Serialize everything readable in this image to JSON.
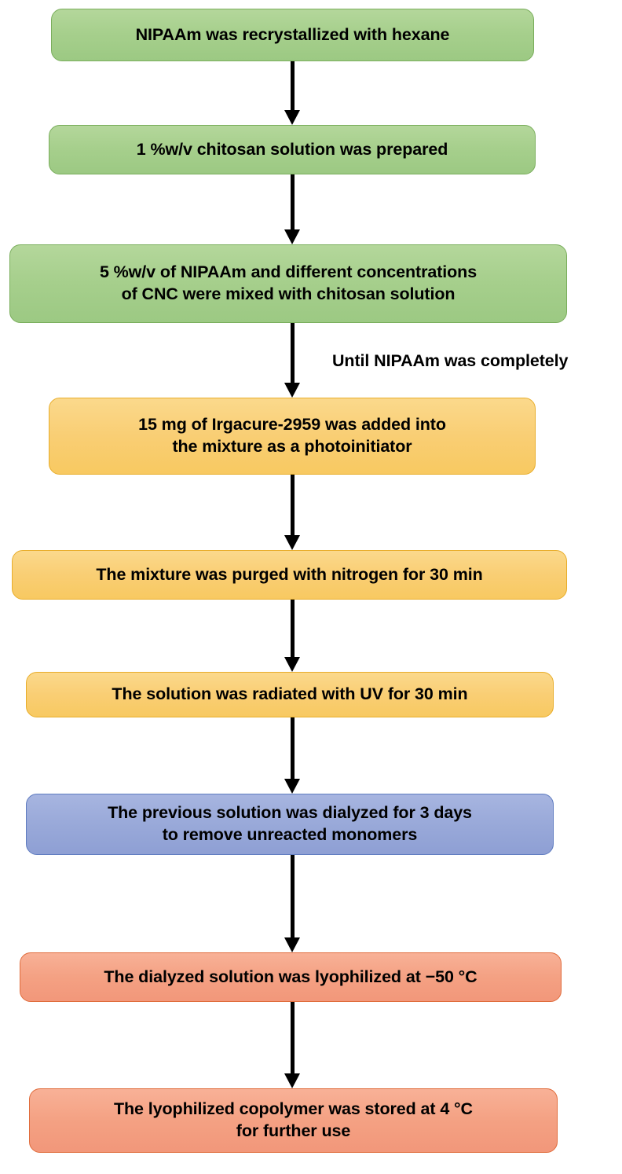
{
  "diagram": {
    "type": "flowchart",
    "orientation": "top-to-bottom",
    "title": "",
    "background_color": "#ffffff",
    "palette": {
      "green_fill": "#a6cf8c",
      "green_border": "#7aae5c",
      "yellow_fill": "#f9ce74",
      "yellow_border": "#e8ad2a",
      "blue_fill": "#99a9d9",
      "blue_border": "#5f7cc0",
      "orange_fill": "#f4a183",
      "orange_border": "#e06c3c",
      "arrow_color": "#000000",
      "text_color": "#000000"
    },
    "nodes": [
      {
        "id": "step-1",
        "color": "green",
        "text": "NIPAAm was recrystallized with hexane"
      },
      {
        "id": "step-2",
        "color": "green",
        "text": "1 %w/v chitosan solution was prepared"
      },
      {
        "id": "step-3",
        "color": "green",
        "text": "5 %w/v of NIPAAm and different concentrations\nof CNC were mixed with chitosan solution"
      },
      {
        "id": "step-4",
        "color": "yellow",
        "text": "15 mg of Irgacure-2959 was added into\nthe mixture as a photoinitiator"
      },
      {
        "id": "step-5",
        "color": "yellow",
        "text": "The mixture was purged with nitrogen for 30 min"
      },
      {
        "id": "step-6",
        "color": "yellow",
        "text": "The solution was radiated with UV for 30 min"
      },
      {
        "id": "step-7",
        "color": "blue",
        "text": "The previous solution was dialyzed for 3 days\nto remove unreacted monomers"
      },
      {
        "id": "step-8",
        "color": "orange",
        "text": "The dialyzed solution was lyophilized at −50 °C"
      },
      {
        "id": "step-9",
        "color": "orange",
        "text": "The lyophilized copolymer was stored at 4 °C\nfor further use"
      }
    ],
    "edge_labels": [
      {
        "id": "edge-label-3-to-4",
        "text": "Until NIPAAm was completely"
      }
    ],
    "connectors": [
      {
        "id": "arrow-1-to-2",
        "from": "step-1",
        "to": "step-2"
      },
      {
        "id": "arrow-2-to-3",
        "from": "step-2",
        "to": "step-3"
      },
      {
        "id": "arrow-3-to-4",
        "from": "step-3",
        "to": "step-4"
      },
      {
        "id": "arrow-4-to-5",
        "from": "step-4",
        "to": "step-5"
      },
      {
        "id": "arrow-5-to-6",
        "from": "step-5",
        "to": "step-6"
      },
      {
        "id": "arrow-6-to-7",
        "from": "step-6",
        "to": "step-7"
      },
      {
        "id": "arrow-7-to-8",
        "from": "step-7",
        "to": "step-8"
      },
      {
        "id": "arrow-8-to-9",
        "from": "step-8",
        "to": "step-9"
      }
    ]
  }
}
